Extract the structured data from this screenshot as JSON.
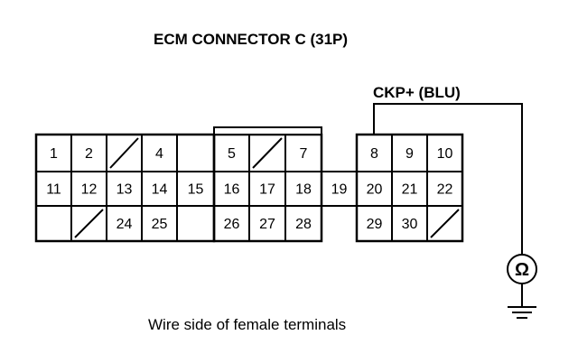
{
  "title": "ECM CONNECTOR C (31P)",
  "probe_label": "CKP+ (BLU)",
  "caption": "Wire side of female terminals",
  "ohmmeter_symbol": "Ω",
  "connector": {
    "pins": [
      {
        "label": "1"
      },
      {
        "label": "2"
      },
      {
        "label": ""
      },
      {
        "label": "4"
      },
      {
        "label": "5"
      },
      {
        "label": ""
      },
      {
        "label": "7"
      },
      {
        "label": "8"
      },
      {
        "label": "9"
      },
      {
        "label": "10"
      },
      {
        "label": "11"
      },
      {
        "label": "12"
      },
      {
        "label": "13"
      },
      {
        "label": "14"
      },
      {
        "label": "15"
      },
      {
        "label": "16"
      },
      {
        "label": "17"
      },
      {
        "label": "18"
      },
      {
        "label": "19"
      },
      {
        "label": "20"
      },
      {
        "label": "21"
      },
      {
        "label": "22"
      },
      {
        "label": ""
      },
      {
        "label": "24"
      },
      {
        "label": "25"
      },
      {
        "label": "26"
      },
      {
        "label": "27"
      },
      {
        "label": "28"
      },
      {
        "label": "29"
      },
      {
        "label": "30"
      },
      {
        "label": ""
      }
    ],
    "probed_pin": "8"
  }
}
